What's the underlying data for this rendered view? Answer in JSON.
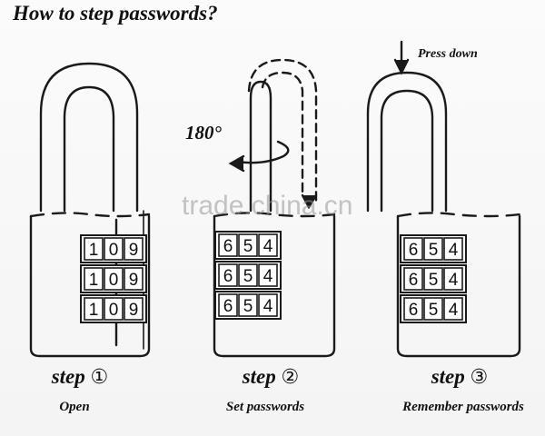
{
  "title": "How to step passwords?",
  "annotations": {
    "press_down": "Press down",
    "rotate_angle": "180°"
  },
  "watermark": "trade.china.cn",
  "steps": [
    {
      "label": "step",
      "number": "①",
      "caption": "Open",
      "dials": [
        [
          "1",
          "0",
          "9"
        ],
        [
          "1",
          "0",
          "9"
        ],
        [
          "1",
          "0",
          "9"
        ]
      ]
    },
    {
      "label": "step",
      "number": "②",
      "caption": "Set passwords",
      "dials": [
        [
          "6",
          "5",
          "4"
        ],
        [
          "6",
          "5",
          "4"
        ],
        [
          "6",
          "5",
          "4"
        ]
      ]
    },
    {
      "label": "step",
      "number": "③",
      "caption": "Remember passwords",
      "dials": [
        [
          "6",
          "5",
          "4"
        ],
        [
          "6",
          "5",
          "4"
        ],
        [
          "6",
          "5",
          "4"
        ]
      ]
    }
  ]
}
